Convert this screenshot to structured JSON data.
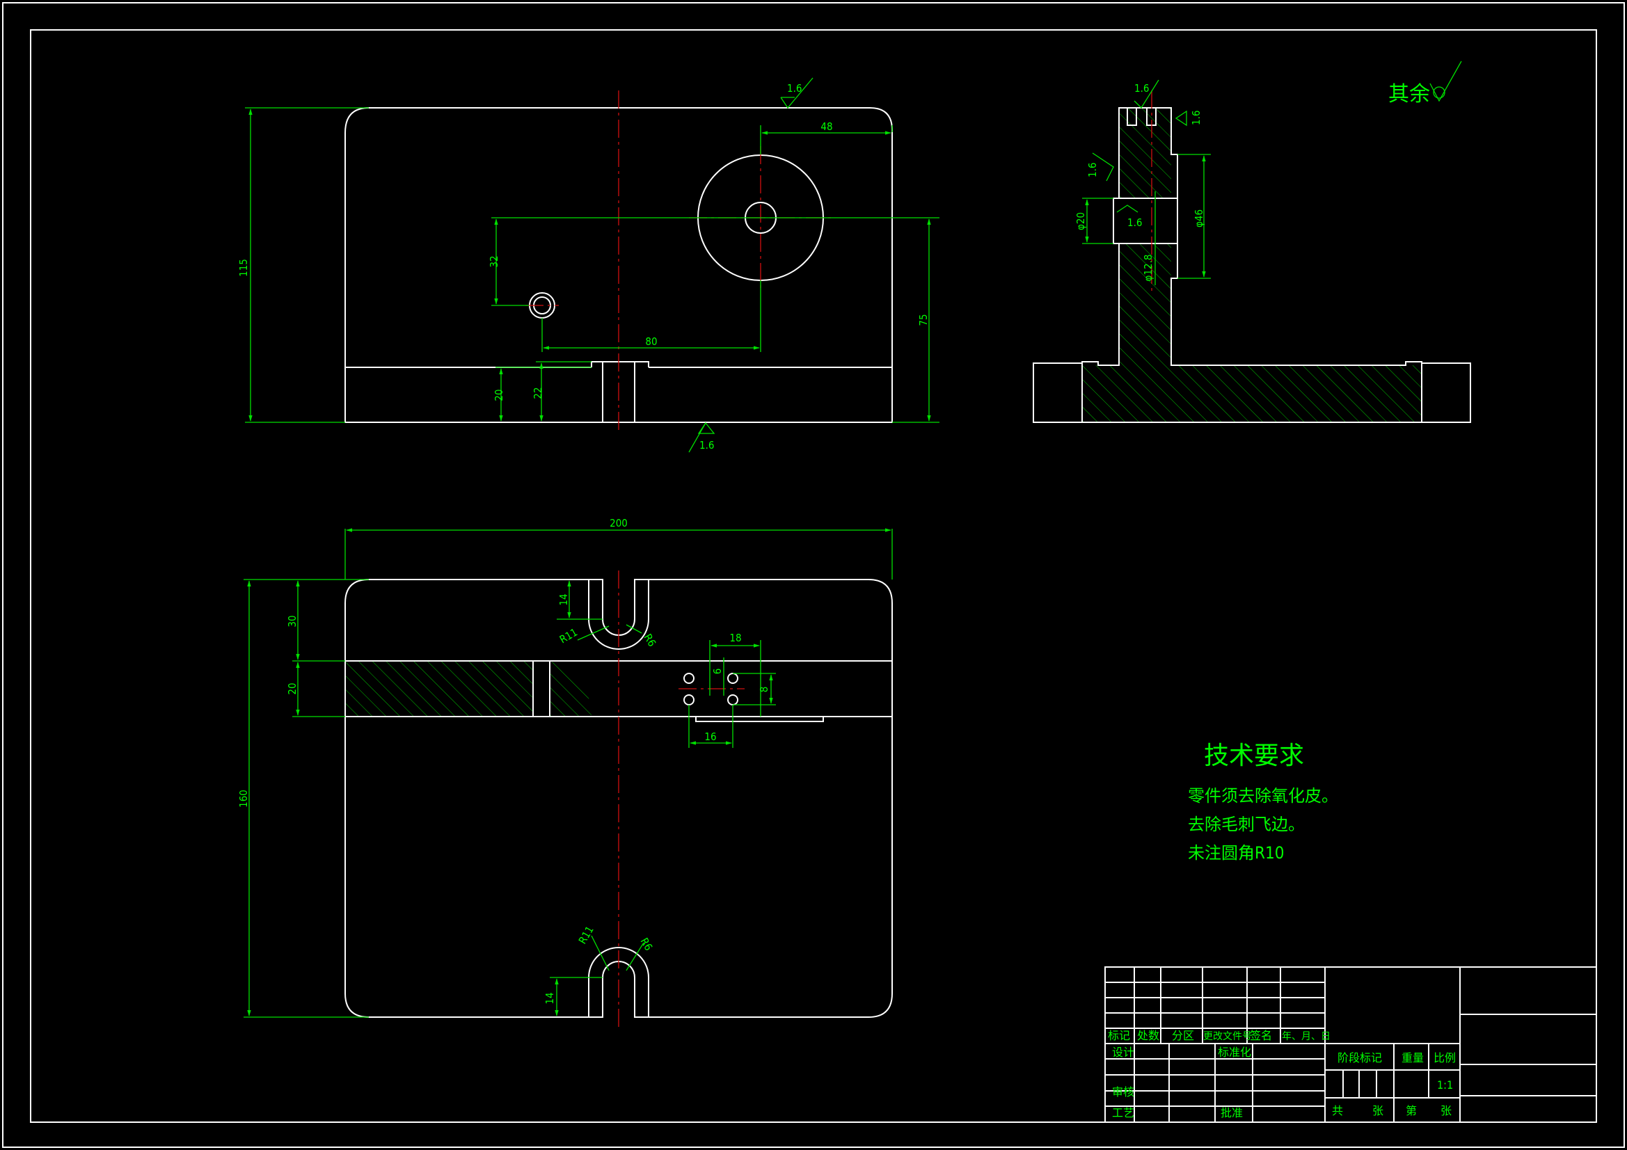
{
  "roughness": {
    "general_label": "其余",
    "value": "1.6"
  },
  "front_view": {
    "dims": {
      "height_total": "115",
      "hole_offset_vertical": "32",
      "hole_spacing": "80",
      "width_right": "48",
      "height_center": "75",
      "base_height": "20",
      "slot_height": "22"
    }
  },
  "side_view": {
    "dims": {
      "dia_left": "φ20",
      "dia_right": "φ46",
      "dia_bore": "φ12.8"
    }
  },
  "top_view": {
    "dims": {
      "width": "200",
      "height": "160",
      "top_offset": "30",
      "band_height": "20",
      "slot_depth_top": "14",
      "slot_depth_bottom": "14",
      "slot_r_outer_top": "R11",
      "slot_r_inner_top": "R6",
      "slot_r_outer_bottom": "R11",
      "slot_r_inner_bottom": "R6",
      "holes_span_x": "18",
      "holes_gap_y": "6",
      "holes_span_y": "8",
      "holes_offset_x": "16"
    }
  },
  "requirements": {
    "title": "技术要求",
    "items": [
      "零件须去除氧化皮。",
      "去除毛刺飞边。",
      "未注圆角R10"
    ]
  },
  "title_block": {
    "row_labels": [
      "标记",
      "处数",
      "分区",
      "更改文件号",
      "签名",
      "年、月、日"
    ],
    "design": "设计",
    "standardize": "标准化",
    "review": "审核",
    "process": "工艺",
    "approve": "批准",
    "stage_mark": "阶段标记",
    "weight": "重量",
    "scale_label": "比例",
    "scale_value": "1:1",
    "total": "共",
    "sheets_a": "张",
    "sheet_no": "第",
    "sheets_b": "张"
  }
}
